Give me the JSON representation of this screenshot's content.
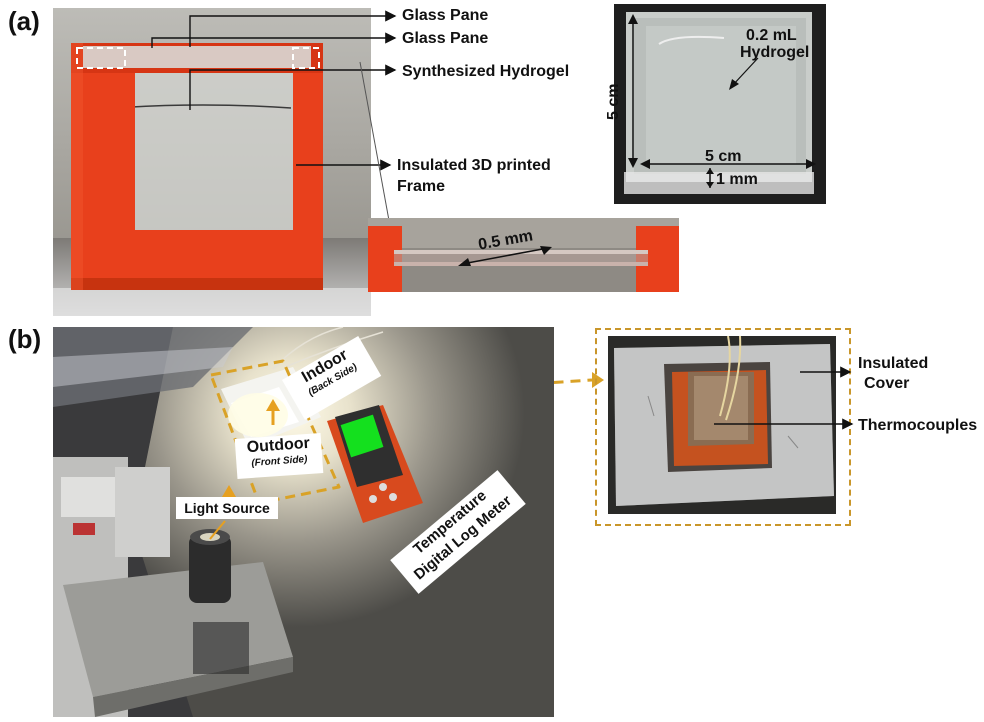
{
  "panel_a": {
    "label": "(a)",
    "callouts": {
      "glass_pane_1": "Glass Pane",
      "glass_pane_2": "Glass Pane",
      "hydrogel": "Synthesized Hydrogel",
      "frame_line1": "Insulated 3D printed",
      "frame_line2": "Frame"
    },
    "inset_sample": {
      "volume_line1": "0.2 mL",
      "volume_line2": "Hydrogel",
      "height": "5 cm",
      "width": "5 cm",
      "thickness": "1 mm"
    },
    "inset_gap": {
      "gap": "0.5 mm"
    }
  },
  "panel_b": {
    "label": "(b)",
    "callouts": {
      "indoor": "Indoor",
      "indoor_sub": "(Back Side)",
      "outdoor": "Outdoor",
      "outdoor_sub": "(Front Side)",
      "light_source": "Light Source",
      "meter_line1": "Temperature",
      "meter_line2": "Digital Log Meter"
    },
    "inset_box": {
      "cover_line1": "Insulated",
      "cover_line2": "Cover",
      "thermocouples": "Thermocouples"
    }
  },
  "colors": {
    "frame_red": "#e8401c",
    "dashed_orange": "#d9a227",
    "screen_green": "#14e01e"
  }
}
